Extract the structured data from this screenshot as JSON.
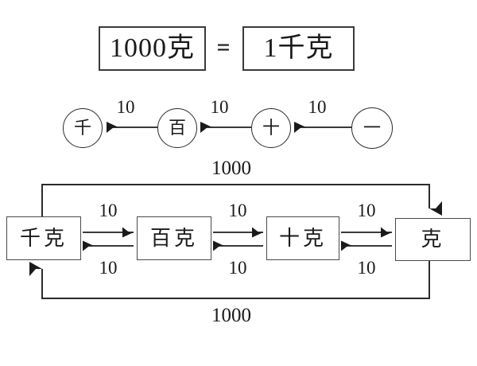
{
  "equation": {
    "left_box": "1000克",
    "operator": "=",
    "right_box": "1千克"
  },
  "place_value_chain": {
    "circles": [
      {
        "label": "千"
      },
      {
        "label": "百"
      },
      {
        "label": "十"
      },
      {
        "label": "一"
      }
    ],
    "arrow_labels": [
      "10",
      "10",
      "10"
    ],
    "total_label": "1000"
  },
  "mass_unit_chain": {
    "boxes": [
      {
        "label": "千克"
      },
      {
        "label": "百克"
      },
      {
        "label": "十克"
      },
      {
        "label": "克"
      }
    ],
    "forward_labels": [
      "10",
      "10",
      "10"
    ],
    "reverse_labels": [
      "10",
      "10",
      "10"
    ],
    "top_bracket_label": "1000",
    "bottom_bracket_label": "1000"
  },
  "colors": {
    "ink": "#1a1a1a",
    "box_border": "#4a4a4a",
    "equation_border": "#3a3a3a",
    "background": "#ffffff"
  }
}
